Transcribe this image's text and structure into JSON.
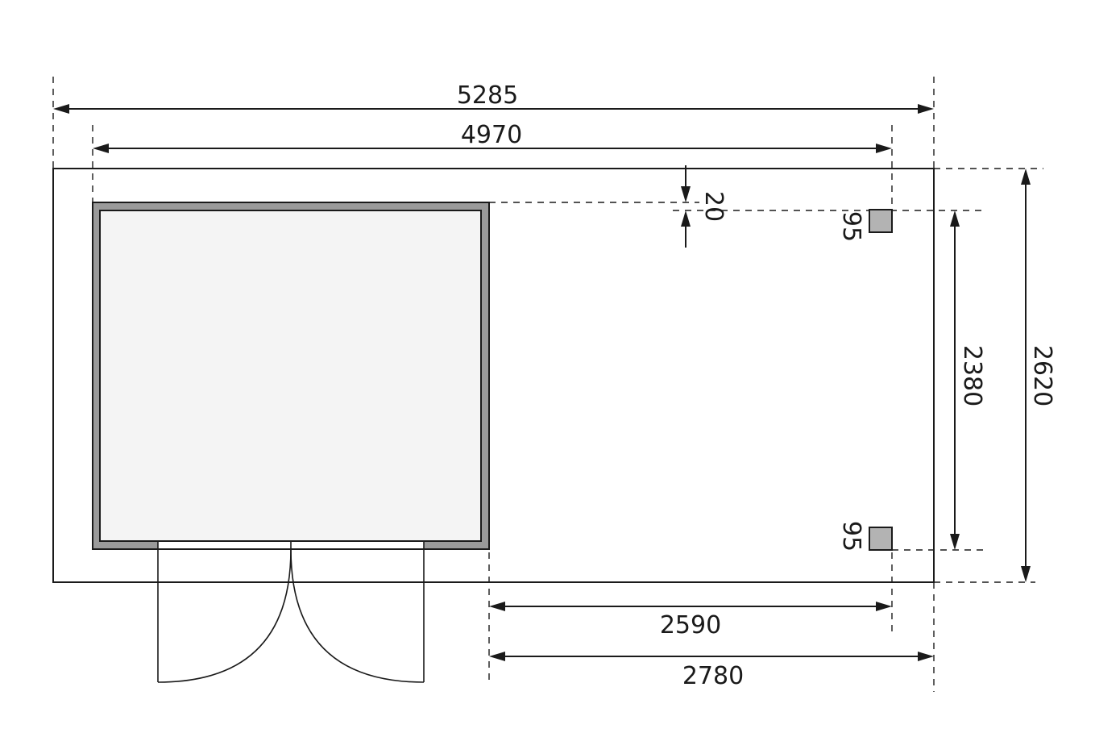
{
  "diagram": {
    "type": "floor-plan",
    "subject": "garden shed with side canopy",
    "units": "mm",
    "colors": {
      "line": "#1a1a1a",
      "wall": "#9a9a9a",
      "floor": "#f4f4f4",
      "post": "#b3b3b3",
      "background": "#ffffff"
    },
    "dimensions": {
      "overall_width": "5285",
      "inner_width": "4970",
      "offset_top": "20",
      "post_top": "95",
      "post_bottom": "95",
      "canopy_depth_inner": "2380",
      "overall_depth": "2620",
      "canopy_width_inner": "2590",
      "canopy_width_outer": "2780"
    }
  }
}
